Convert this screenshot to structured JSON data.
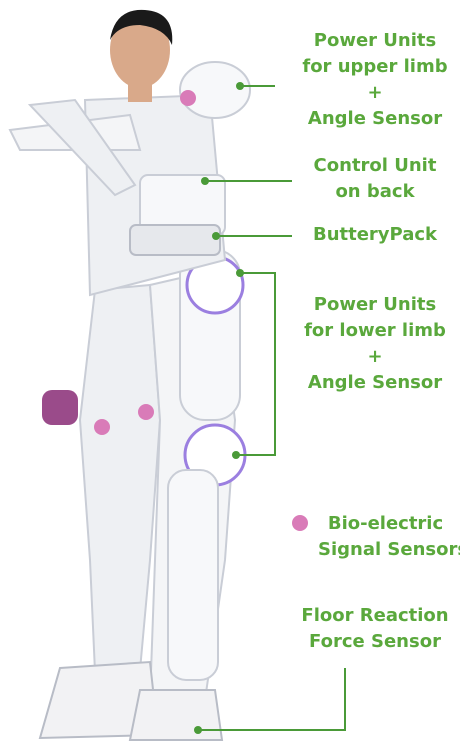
{
  "colors": {
    "label_green": "#5aa83c",
    "leader_line": "#4a9a38",
    "sensor_pink": "#d97bb8",
    "suit_white": "#eef0f3",
    "suit_shadow": "#c9cdd6",
    "actuator_glow": "#9b7fe0",
    "hair": "#1a1a1a",
    "skin": "#d9a98a"
  },
  "labels": {
    "upper": [
      "Power Units",
      "for upper limb",
      "+",
      "Angle Sensor"
    ],
    "control": [
      "Control Unit",
      "on back"
    ],
    "battery": [
      "ButteryPack"
    ],
    "lower": [
      "Power Units",
      "for lower limb",
      "+",
      "Angle Sensor"
    ],
    "bio": [
      "Bio-electric",
      "Signal Sensors"
    ],
    "floor": [
      "Floor Reaction",
      "Force Sensor"
    ]
  },
  "legend": {
    "bio_marker_icon": "pink-dot"
  }
}
